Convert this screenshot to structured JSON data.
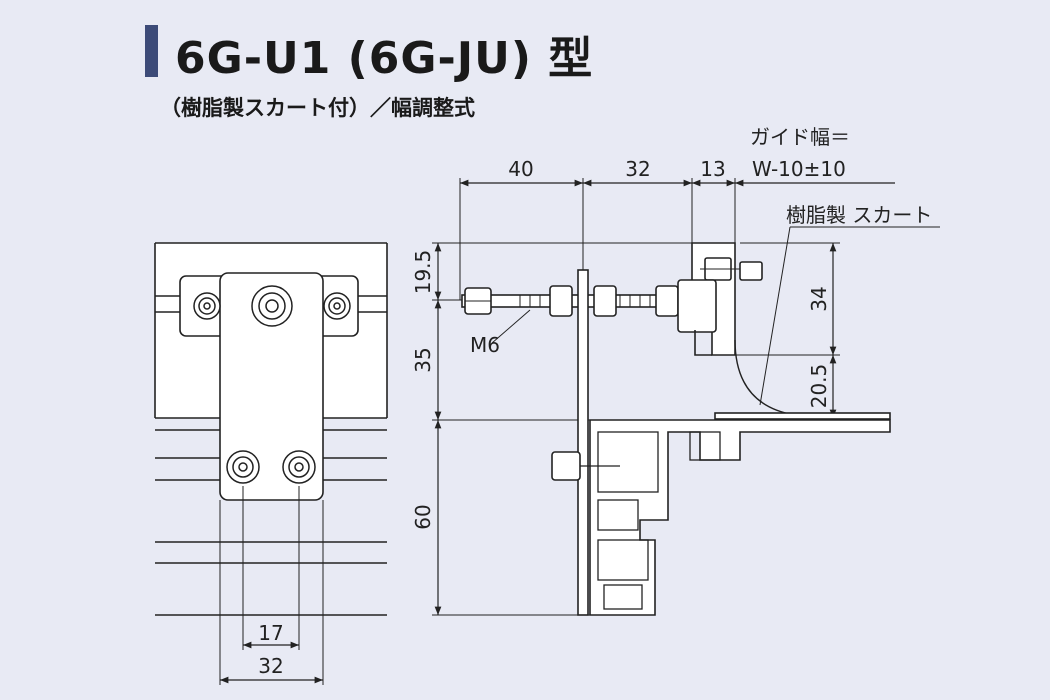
{
  "header": {
    "title": "6G-U1 (6G-JU) 型",
    "subtitle": "（樹脂製スカート付）／幅調整式"
  },
  "dimensions": {
    "top_40": "40",
    "top_32": "32",
    "top_13": "13",
    "guide_width_label": "ガイド幅＝",
    "guide_width_value": "W-10±10",
    "skirt_label": "樹脂製 スカート",
    "left_19_5": "19.5",
    "left_35": "35",
    "left_60": "60",
    "right_34": "34",
    "right_20_5": "20.5",
    "thread": "M6",
    "bottom_17": "17",
    "bottom_32": "32"
  },
  "colors": {
    "background": "#e8eaf4",
    "accent_bar": "#3d4b78",
    "line": "#222222",
    "part_fill": "#ffffff"
  }
}
